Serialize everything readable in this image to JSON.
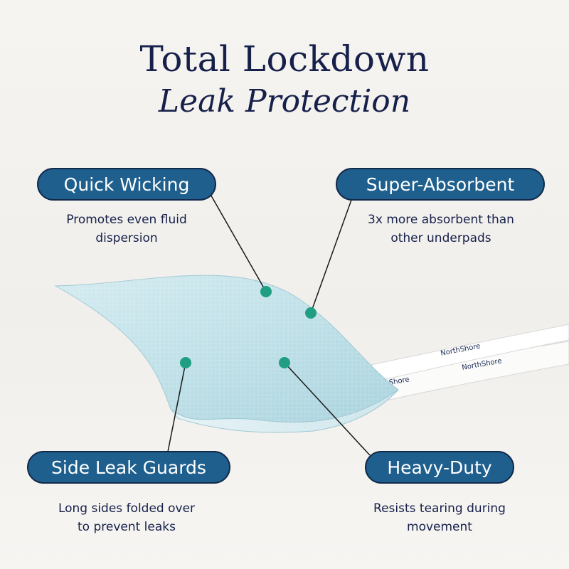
{
  "title": {
    "line1": "Total Lockdown",
    "line2": "Leak Protection"
  },
  "features": [
    {
      "label": "Quick Wicking",
      "desc_line1": "Promotes even fluid",
      "desc_line2": "dispersion"
    },
    {
      "label": "Super-Absorbent",
      "desc_line1": "3x more absorbent than",
      "desc_line2": "other underpads"
    },
    {
      "label": "Side Leak Guards",
      "desc_line1": "Long sides folded over",
      "desc_line2": "to prevent leaks"
    },
    {
      "label": "Heavy-Duty",
      "desc_line1": "Resists tearing during",
      "desc_line2": "movement"
    }
  ],
  "brand": {
    "strip_text": "NorthShore"
  },
  "colors": {
    "pill_fill": "#1e5f8e",
    "pill_border": "#13294a",
    "text_navy": "#16204a",
    "dot_teal": "#1f9e84",
    "pad_blue": "#bfe0e8"
  }
}
